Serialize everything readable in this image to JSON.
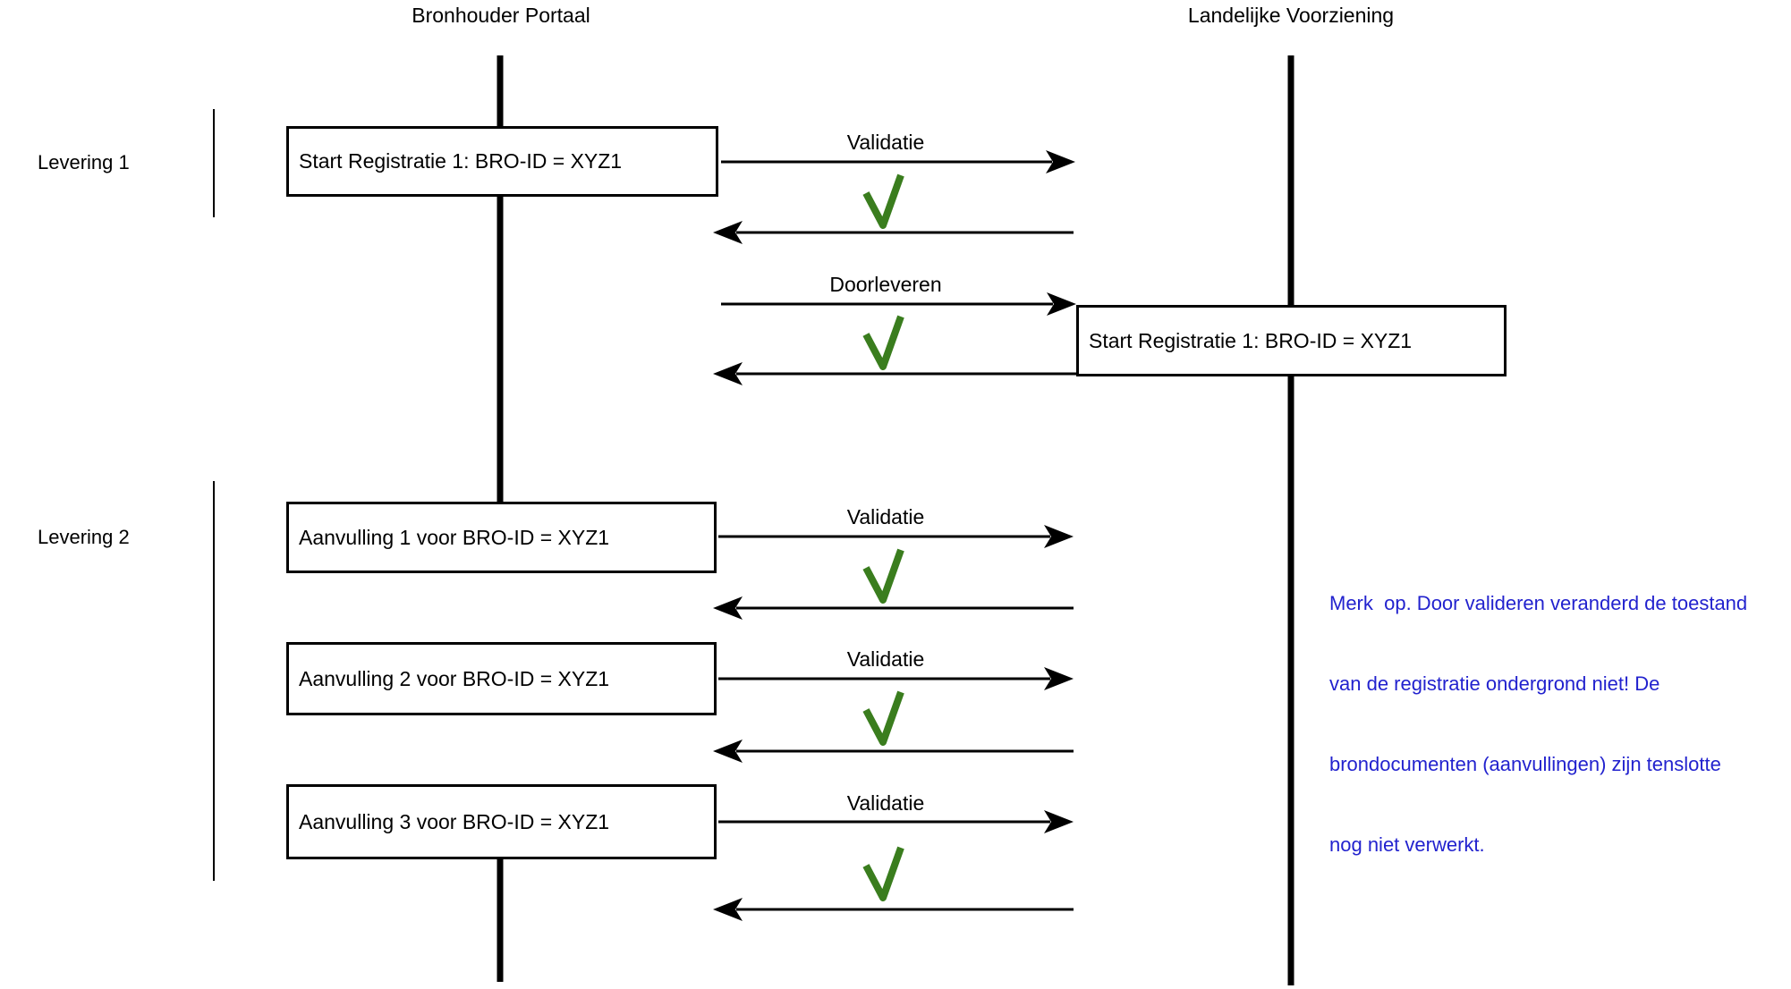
{
  "diagram": {
    "lanes": [
      {
        "label": "Bronhouder Portaal"
      },
      {
        "label": "Landelijke Voorziening"
      }
    ],
    "groups": [
      {
        "label": "Levering 1"
      },
      {
        "label": "Levering 2"
      }
    ],
    "boxes": [
      {
        "label": "Start Registratie 1: BRO-ID = XYZ1"
      },
      {
        "label": "Start Registratie 1: BRO-ID = XYZ1"
      },
      {
        "label": "Aanvulling 1 voor BRO-ID = XYZ1"
      },
      {
        "label": "Aanvulling 2 voor BRO-ID = XYZ1"
      },
      {
        "label": "Aanvulling 3 voor BRO-ID = XYZ1"
      }
    ],
    "messages": [
      {
        "label": "Validatie",
        "result_icon": "green-checkmark"
      },
      {
        "label": "Doorleveren",
        "result_icon": "green-checkmark"
      },
      {
        "label": "Validatie",
        "result_icon": "green-checkmark"
      },
      {
        "label": "Validatie",
        "result_icon": "green-checkmark"
      },
      {
        "label": "Validatie",
        "result_icon": "green-checkmark"
      }
    ],
    "note": {
      "lines": [
        "Merk  op. Door valideren veranderd de toestand",
        "van de registratie ondergrond niet! De",
        "brondocumenten (aanvullingen) zijn tenslotte",
        "nog niet verwerkt."
      ],
      "color": "#2222CE"
    },
    "colors": {
      "checkmark_green": "#3A7D1E",
      "line_black": "#000000",
      "note_blue": "#2222CE"
    }
  }
}
